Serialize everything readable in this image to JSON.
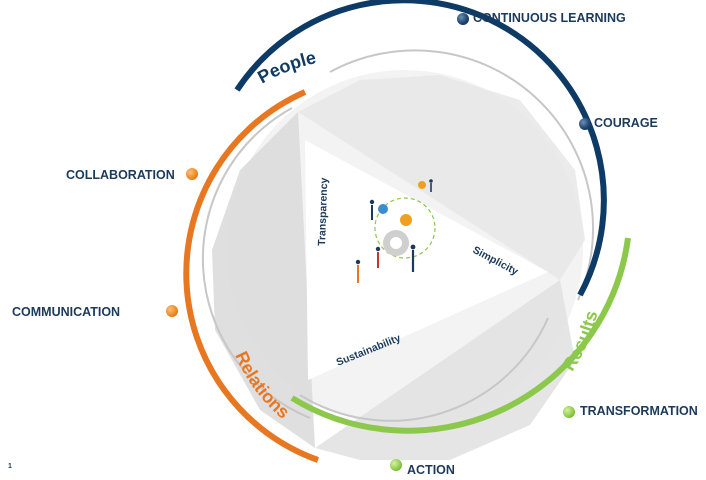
{
  "colors": {
    "navy": "#1b3a5c",
    "people_arc": "#0e3a66",
    "relations_arc": "#e87722",
    "results_arc": "#8cc84b",
    "triangle_text": "#1b3a5c",
    "shade": "#d9d9d9"
  },
  "segments": {
    "people": "People",
    "relations": "Relations",
    "results": "Results"
  },
  "triangle": {
    "left": "Transparency",
    "right": "Simplicity",
    "bottom": "Sustainability"
  },
  "values": {
    "continuous_learning": "CONTINUOUS LEARNING",
    "courage": "COURAGE",
    "collaboration": "COLLABORATION",
    "communication": "COMMUNICATION",
    "transformation": "TRANSFORMATION",
    "action": "ACTION"
  },
  "center_icon": "teamwork-gears-illustration",
  "page_number": "1"
}
